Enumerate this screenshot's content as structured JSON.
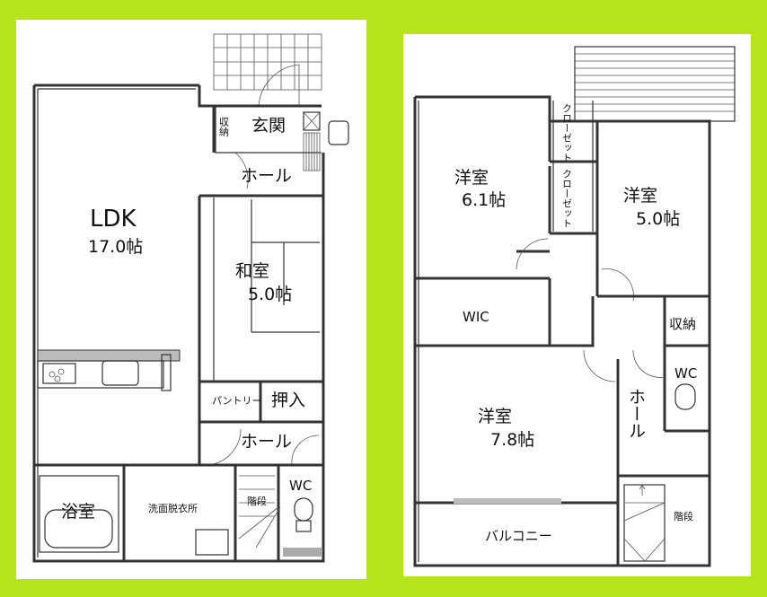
{
  "colors": {
    "background": "#b6e51e",
    "panel": "#ffffff",
    "wall": "#333333"
  },
  "floor1": {
    "ldk": {
      "name": "LDK",
      "size": "17.0帖"
    },
    "genkan": "玄関",
    "storage": "収納",
    "hall_top": "ホール",
    "washitsu": {
      "name": "和室",
      "size": "5.0帖"
    },
    "pantry": "パントリー",
    "oshiire": "押入",
    "hall_bottom": "ホール",
    "wc": "WC",
    "stairs": "階段",
    "bath": "浴室",
    "washroom": "洗面脱衣所"
  },
  "floor2": {
    "room_a": {
      "name": "洋室",
      "size": "6.1帖"
    },
    "closet_a": "クローゼット",
    "closet_b": "クローゼット",
    "room_b": {
      "name": "洋室",
      "size": "5.0帖"
    },
    "storage": "収納",
    "wic": "WIC",
    "wc": "WC",
    "hall": "ホール",
    "room_c": {
      "name": "洋室",
      "size": "7.8帖"
    },
    "balcony": "バルコニー",
    "stairs": "階段"
  }
}
